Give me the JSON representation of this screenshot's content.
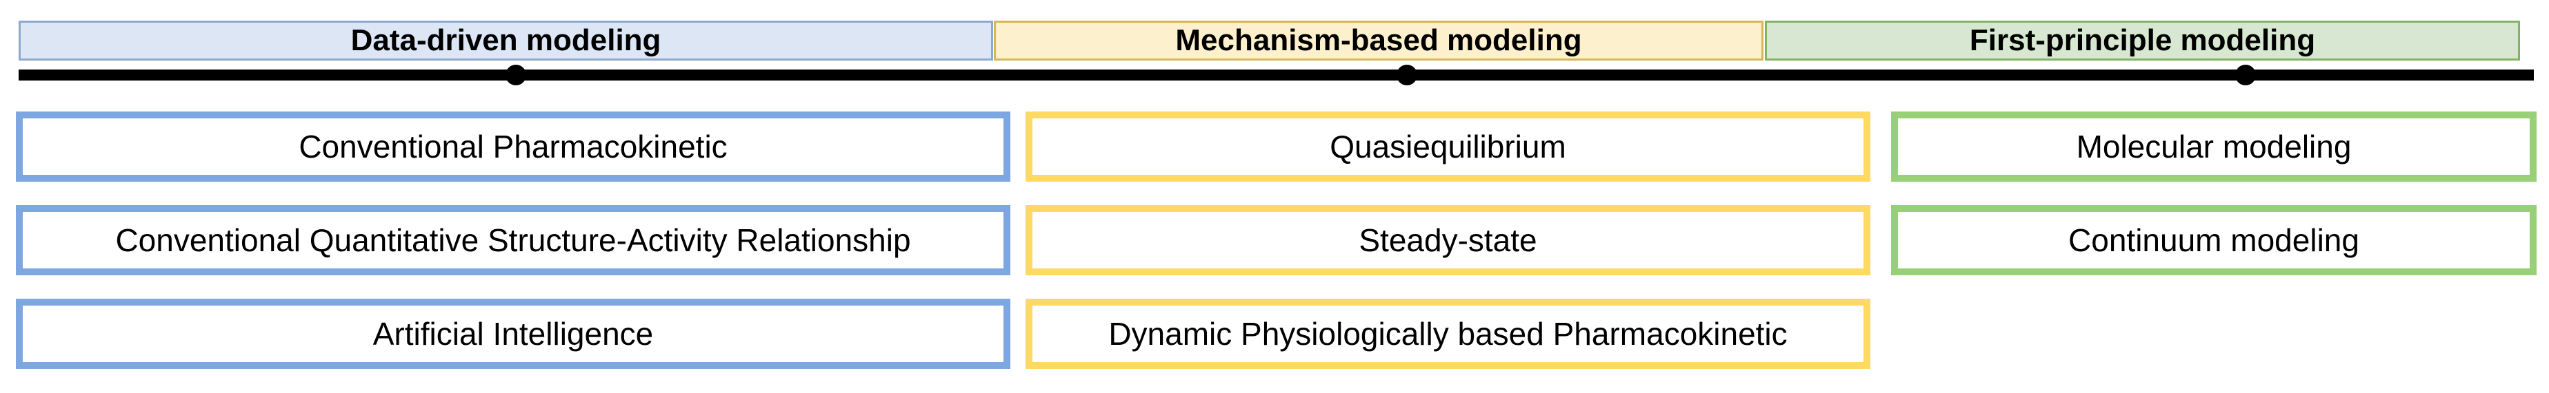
{
  "title": "Modeling approaches classification diagram",
  "header": {
    "segments": [
      {
        "label": "Data-driven modeling"
      },
      {
        "label": "Mechanism-based modeling"
      },
      {
        "label": "First-principle modeling"
      }
    ]
  },
  "timeline": {
    "description": "horizontal black axis with one dot under each header segment",
    "dot_count": 3
  },
  "columns": [
    {
      "name": "data-driven",
      "boxes": [
        "Conventional Pharmacokinetic",
        "Conventional Quantitative Structure-Activity Relationship",
        "Artificial Intelligence"
      ]
    },
    {
      "name": "mechanism-based",
      "boxes": [
        "Quasiequilibrium",
        "Steady-state",
        "Dynamic Physiologically based Pharmacokinetic"
      ]
    },
    {
      "name": "first-principle",
      "boxes": [
        "Molecular modeling",
        "Continuum modeling"
      ]
    }
  ],
  "colors": {
    "css_vars": {
      "hdr-blue-fill": "#dce6f5",
      "hdr-blue-border": "#8ea9ce",
      "hdr-yellow-fill": "#fdf1cd",
      "hdr-yellow-border": "#d6b656",
      "hdr-green-fill": "#d7e7d1",
      "hdr-green-border": "#82b366",
      "box-blue-border": "#7ea6e0",
      "box-yellow-border": "#ffd966",
      "box-green-border": "#97d077",
      "timeline-color": "#000000"
    }
  }
}
